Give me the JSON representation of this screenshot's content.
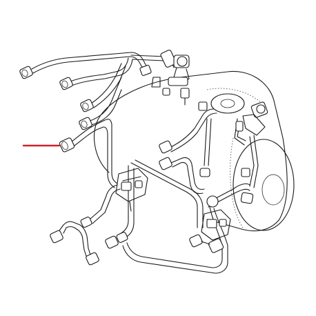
{
  "diagram": {
    "type": "exploded-parts-view",
    "subject": "boiler-pipe-harness",
    "marker": {
      "color": "#d0202a",
      "points_to": "fitting-nut"
    },
    "line_color": "#1a1a1a",
    "background": "#ffffff"
  }
}
